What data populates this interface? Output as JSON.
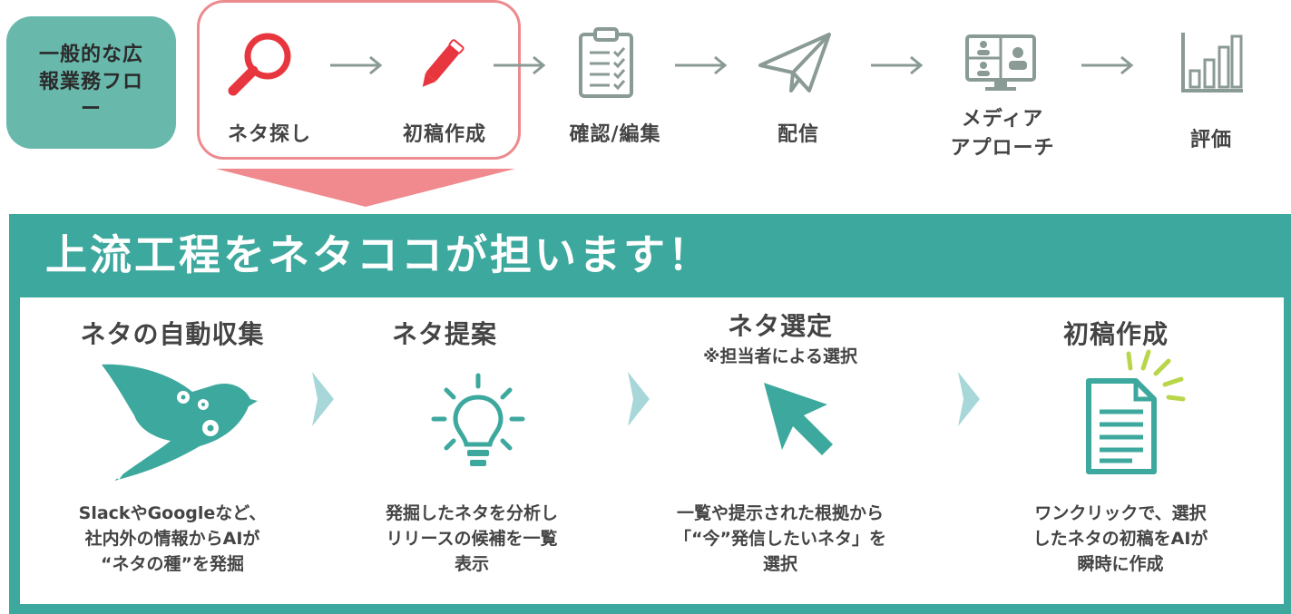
{
  "flow": {
    "label": "一般的な広報業務フロー",
    "steps": [
      {
        "label": "ネタ探し",
        "icon": "magnifier-icon"
      },
      {
        "label": "初稿作成",
        "icon": "pencil-icon"
      },
      {
        "label": "確認/編集",
        "icon": "clipboard-checklist-icon"
      },
      {
        "label": "配信",
        "icon": "paper-plane-icon"
      },
      {
        "label": "メディア\nアプローチ",
        "icon": "video-meeting-icon"
      },
      {
        "label": "評価",
        "icon": "bar-chart-icon"
      }
    ]
  },
  "panel": {
    "title": "上流工程をネタココが担います！",
    "columns": [
      {
        "title": "ネタの自動収集",
        "subtitle": "",
        "icon": "bird-gears-icon",
        "desc": "SlackやGoogleなど、\n社内外の情報からAIが\n“ネタの種”を発掘"
      },
      {
        "title": "ネタ提案",
        "subtitle": "",
        "icon": "lightbulb-icon",
        "desc": "発掘したネタを分析し\nリリースの候補を一覧\n表示"
      },
      {
        "title": "ネタ選定",
        "subtitle": "※担当者による選択",
        "icon": "cursor-arrow-icon",
        "desc": "一覧や提示された根拠から\n「“今”発信したいネタ」を\n選択"
      },
      {
        "title": "初稿作成",
        "subtitle": "",
        "icon": "document-icon",
        "desc": "ワンクリックで、選択\nしたネタの初稿をAIが\n瞬時に作成"
      }
    ]
  },
  "colors": {
    "teal": "#3da89d",
    "teal_light": "#69b8ac",
    "pink": "#ec8a8e",
    "red_icon": "#e8363e",
    "gray_icon": "#8a9a94",
    "chevron": "#a7d7d9"
  }
}
